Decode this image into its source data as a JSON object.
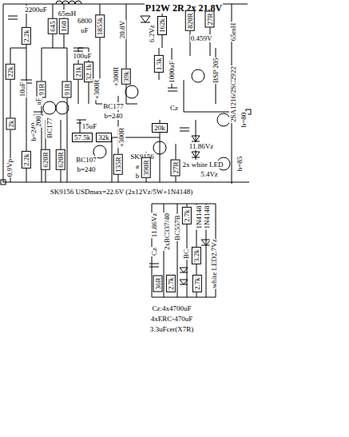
{
  "diagram": {
    "labels": [
      "P12W 2R  2x 21.8V",
      "2200uF",
      "65mH",
      "6800",
      "uF",
      "645",
      "160",
      "1855k",
      "20.8V",
      "6.2Vz",
      "162k",
      "820R",
      "27R",
      "0.459V",
      "65mH",
      "1.3k",
      "1000uF",
      "BSP 205",
      "2SA1216/2SC2922",
      "b=80",
      "2.2k",
      "22k",
      "10uF",
      "100uF",
      "91R",
      "91R",
      "21k",
      "32.1k",
      "+300R",
      "39k",
      "+300R",
      "BC177",
      "b=240",
      "BC177",
      "b=240",
      "uF",
      "200",
      "2k",
      "0.9Vp",
      "2.2k",
      "620R",
      "620R",
      "15uF",
      "57.5k",
      "32k",
      "+300R",
      "BC107",
      "b=240",
      "135R",
      "20k",
      "Cz",
      "SK9156",
      "11.86Vz",
      "2x white LED",
      "5.4Vz",
      "b=85",
      "a",
      "b",
      "390R",
      "27R",
      "SK9156 USDmax=22.6V (2x12Vz/5W+1N4148)",
      "11.86Vz",
      "2xBC337/40",
      "BC557B",
      "2.7k",
      "1N4148",
      "1N4148",
      "3.2k",
      "BC",
      "Cz",
      "white LED2.7Vz",
      "36R",
      "2.7k",
      "2.7k",
      "Cz:4x4700uF",
      "4xERC-470uF",
      "3.3uFcer(X7R)"
    ]
  }
}
